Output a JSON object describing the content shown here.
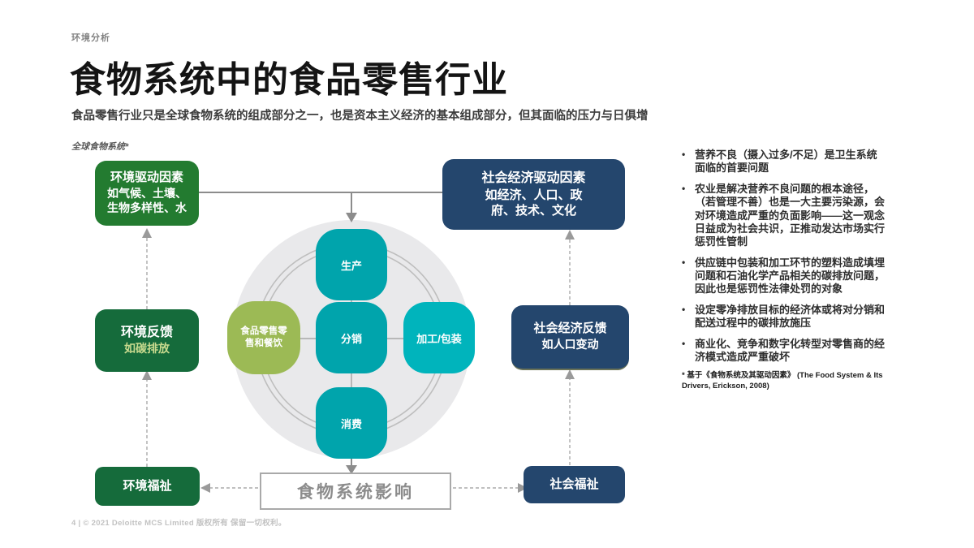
{
  "header": {
    "kicker": "环境分析",
    "title": "食物系统中的食品零售行业",
    "subtitle": "食品零售行业只是全球食物系统的组成部分之一，也是资本主义经济的基本组成部分，但其面临的压力与日俱增"
  },
  "diagram": {
    "label": "全球食物系统*",
    "env_drivers": {
      "title": "环境驱动因素",
      "subtitle": "如气候、土壤、\n生物多样性、水"
    },
    "socio_drivers": {
      "title": "社会经济驱动因素",
      "subtitle": "如经济、人口、政\n府、技术、文化"
    },
    "env_feedback": {
      "title": "环境反馈",
      "subtitle": "如碳排放"
    },
    "socio_feedback": {
      "title": "社会经济反馈",
      "subtitle": "如人口变动"
    },
    "env_welfare": {
      "title": "环境福祉"
    },
    "social_welfare": {
      "title": "社会福祉"
    },
    "impact": {
      "title": "食物系统影响"
    },
    "nodes": {
      "production": "生产",
      "distribution": "分销",
      "processing": "加工/包装",
      "consumption": "消费",
      "retail": "食品零售零\n售和餐饮"
    },
    "colors": {
      "green": "#237B30",
      "dark_green": "#156B3B",
      "navy": "#24466D",
      "teal": "#00A4AC",
      "teal_light": "#00B4BC",
      "lime": "#9CBA55",
      "circle_bg": "#E9E9EB",
      "feedback_sub_accent": "#C8DA8E"
    }
  },
  "panel": {
    "bullet_char": "•",
    "bullets": [
      "营养不良（摄入过多/不足）是卫生系统面临的首要问题",
      "农业是解决营养不良问题的根本途径，（若管理不善）也是一大主要污染源，会对环境造成严重的负面影响——这一观念日益成为社会共识，正推动发达市场实行惩罚性管制",
      "供应链中包装和加工环节的塑料造成填埋问题和石油化学产品相关的碳排放问题，因此也是惩罚性法律处罚的对象",
      "设定零净排放目标的经济体或将对分销和配送过程中的碳排放施压",
      "商业化、竞争和数字化转型对零售商的经济模式造成严重破坏"
    ],
    "footnote": "* 基于《食物系统及其驱动因素》 (The Food System & Its Drivers, Erickson, 2008)"
  },
  "footer": {
    "text": "4 | © 2021 Deloitte MCS Limited 版权所有 保留一切权利。"
  }
}
